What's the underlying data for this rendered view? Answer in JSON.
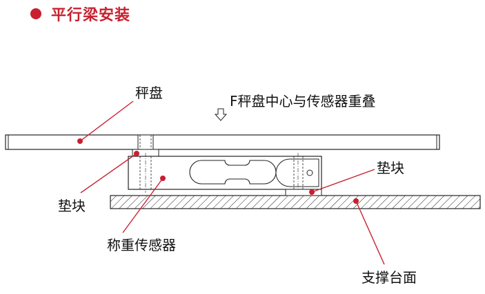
{
  "title": "平行梁安装",
  "labels": {
    "pan": "秤盘",
    "force": "F秤盘中心与传感器重叠",
    "pad_left": "垫块",
    "pad_right": "垫块",
    "sensor": "称重传感器",
    "support": "支撑台面"
  },
  "colors": {
    "accent": "#c8202f",
    "line": "#222222"
  }
}
